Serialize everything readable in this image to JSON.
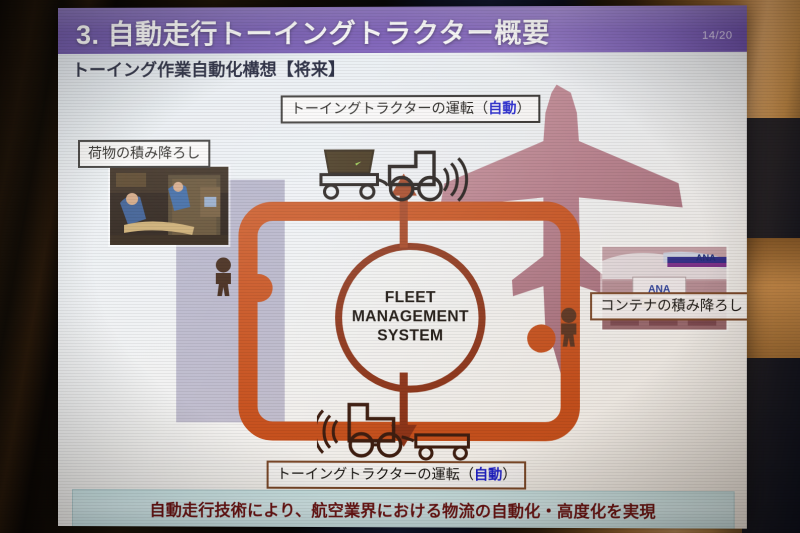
{
  "slide": {
    "title": "3. 自動走行トーイングトラクター概要",
    "page_number": "14/20",
    "subtitle": "トーイング作業自動化構想【将来】",
    "banner_text": "自動走行技術により、航空業界における物流の自動化・高度化を実現"
  },
  "labels": {
    "top_tractor": {
      "main": "トーイングトラクターの運転（",
      "highlight": "自動",
      "tail": "）"
    },
    "bottom_tractor": {
      "main": "トーイングトラクターの運転（",
      "highlight": "自動",
      "tail": "）"
    },
    "cargo_left": "荷物の積み降ろし",
    "container_right": "コンテナの積み降ろし"
  },
  "center": {
    "line1": "FLEET",
    "line2": "MANAGEMENT",
    "line3": "SYSTEM"
  },
  "icons": {
    "top_vehicle": "towing-tractor-with-cargo-cart-icon",
    "bottom_vehicle": "towing-tractor-with-flatbed-cart-icon",
    "signal_top": "wireless-signal-icon",
    "signal_bottom": "wireless-signal-icon",
    "person_left": "worker-figure-icon",
    "person_right": "worker-figure-icon",
    "airplane": "airplane-silhouette-icon",
    "arrow_up": "arrow-up-icon",
    "arrow_down": "arrow-down-icon"
  },
  "photos": {
    "left": "baggage-loading-photo",
    "right": "ana-aircraft-container-loading-photo"
  },
  "colors": {
    "title_bar": "#7a5bb8",
    "loop": "#c8511d",
    "circle_outline": "#8e3418",
    "highlight_text": "#1c1fd0",
    "banner_bg": "#d3ebed",
    "banner_text": "#6d1414"
  }
}
